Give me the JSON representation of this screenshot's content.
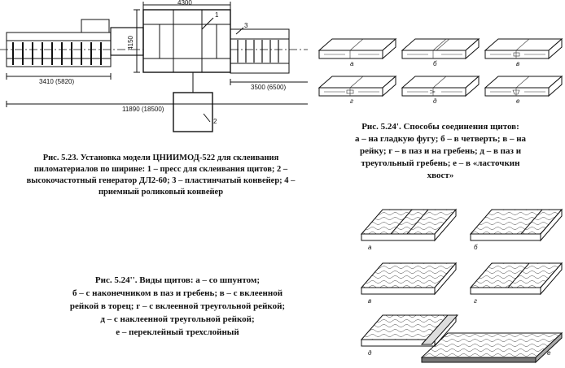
{
  "fig523": {
    "dims": {
      "top_width": "4300",
      "height": "4150",
      "left_len": "3410 (5820)",
      "right_len": "3500 (6500)",
      "total_len": "11890 (18500)"
    },
    "callouts": [
      "1",
      "2",
      "3"
    ],
    "caption": "Рис. 5.23. Установка модели ЦНИИМОД-522 для склеивания пиломатериалов по ширине: 1 – пресс для склеивания щитов; 2 – высокочастотный генератор ДЛ2-60; 3 – пластинчатый конвейер; 4 – приемный роликовый конвейер"
  },
  "fig524a": {
    "labels": [
      "а",
      "б",
      "в",
      "г",
      "д",
      "е"
    ],
    "caption_lines": [
      "Рис. 5.24'. Способы соединения щитов:",
      "а – на гладкую фугу; б – в четверть; в – на",
      "рейку; г – в паз и на гребень; д – в паз и",
      "треугольный гребень; е – в «ласточкин",
      "хвост»"
    ]
  },
  "fig524b": {
    "labels": [
      "а",
      "б",
      "в",
      "г",
      "д",
      "е"
    ],
    "caption_lines": [
      "Рис. 5.24''. Виды щитов: а – со шпунтом;",
      "б – с наконечником в паз и гребень; в – с вклеенной",
      "рейкой в торец; г – с вклеенной треугольной рейкой;",
      "д – с наклеенной треугольной рейкой;",
      "е – переклейный трехслойный"
    ]
  }
}
